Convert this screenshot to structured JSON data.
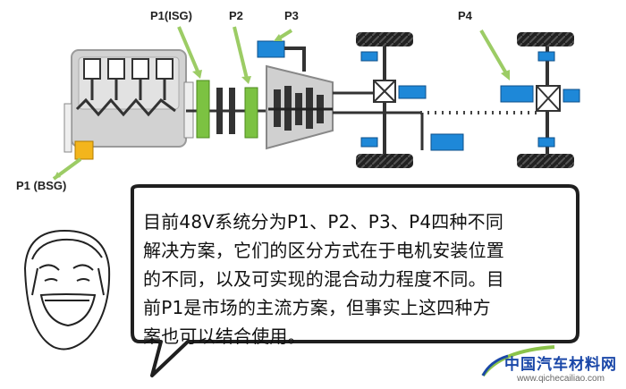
{
  "labels": {
    "p1_isg": "P1(ISG)",
    "p2": "P2",
    "p3": "P3",
    "p4": "P4",
    "p1_bsg": "P1 (BSG)"
  },
  "bubble": {
    "line1": "目前48V系统分为P1、P2、P3、P4四种不同",
    "line2": "解决方案，它们的区分方式在于电机安装位置",
    "line3": "的不同，以及可实现的混合动力程度不同。目",
    "line4": "前P1是市场的主流方案，但事实上这四种方",
    "line5": "案也可以结合使用。"
  },
  "watermark": {
    "title": "中国汽车材料网",
    "url": "www.qichecailiao.com"
  },
  "colors": {
    "motor_blue": "#1e88d8",
    "clutch_green": "#7cc242",
    "bsg_yellow": "#f3b51c",
    "arrow_green": "#9ccc65",
    "engine_gray": "#cfcfcf"
  },
  "icons": [
    "engine",
    "motor",
    "clutch",
    "gearbox",
    "wheel",
    "differential",
    "arrow",
    "meme-face",
    "speech-bubble",
    "logo-swoosh"
  ]
}
